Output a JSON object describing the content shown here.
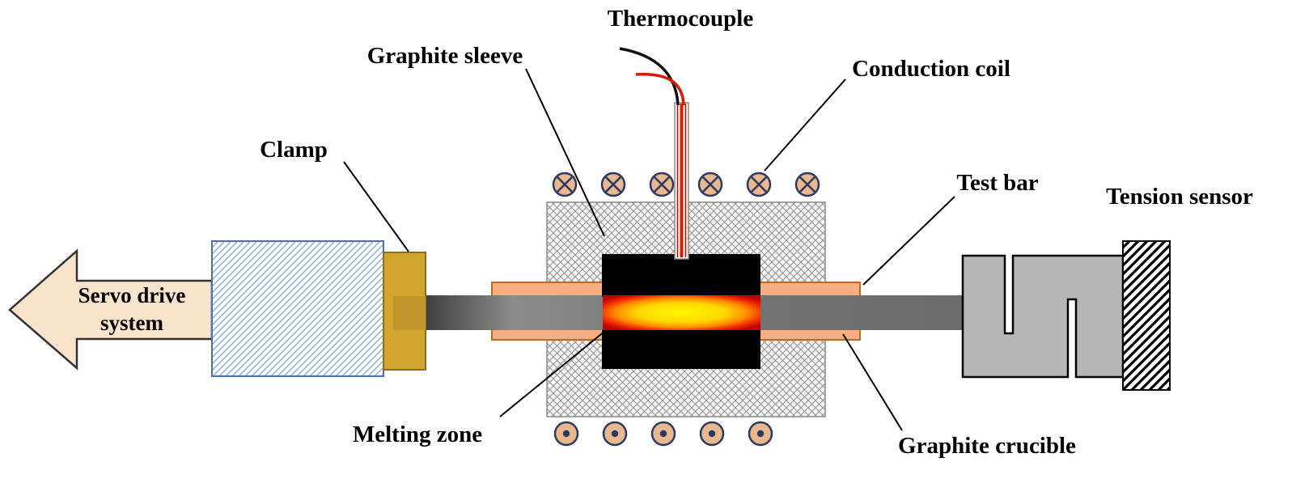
{
  "labels": {
    "thermocouple": "Thermocouple",
    "graphite_sleeve": "Graphite sleeve",
    "conduction_coil": "Conduction coil",
    "clamp": "Clamp",
    "test_bar": "Test bar",
    "tension_sensor": "Tension sensor",
    "melting_zone": "Melting zone",
    "graphite_crucible": "Graphite crucible",
    "servo_drive_line1": "Servo drive",
    "servo_drive_line2": "system"
  },
  "components": {
    "coil_top_count": 6,
    "coil_top_symbol": "circle-cross",
    "coil_bottom_count": 5,
    "coil_bottom_symbol": "circle-dot"
  },
  "colors": {
    "background": "#ffffff",
    "label_text": "#000000",
    "servo_arrow_fill": "#fae3cb",
    "servo_arrow_border": "#333333",
    "servo_block_hatch": "#90a8c8",
    "servo_block_border": "#4a72b0",
    "clamp_fill": "#d2a62e",
    "clamp_inner": "#c0962a",
    "clamp_border": "#8a6d14",
    "test_bar_gray": "#757575",
    "graphite_sleeve_hatch": "#8f8f8f",
    "crucible_fill": "#f4b080",
    "crucible_border": "#c2691f",
    "crucible_block_black": "#000000",
    "melt_center": "#fff600",
    "melt_edge": "#c00000",
    "coil_fill": "#eab88e",
    "coil_border": "#2c3a63",
    "thermocouple_wire_red": "#d81a00",
    "thermocouple_wire_black": "#111111",
    "sensor_fill": "#b7b7b7",
    "sensor_border": "#000000",
    "wall_hatch": "#000000"
  }
}
